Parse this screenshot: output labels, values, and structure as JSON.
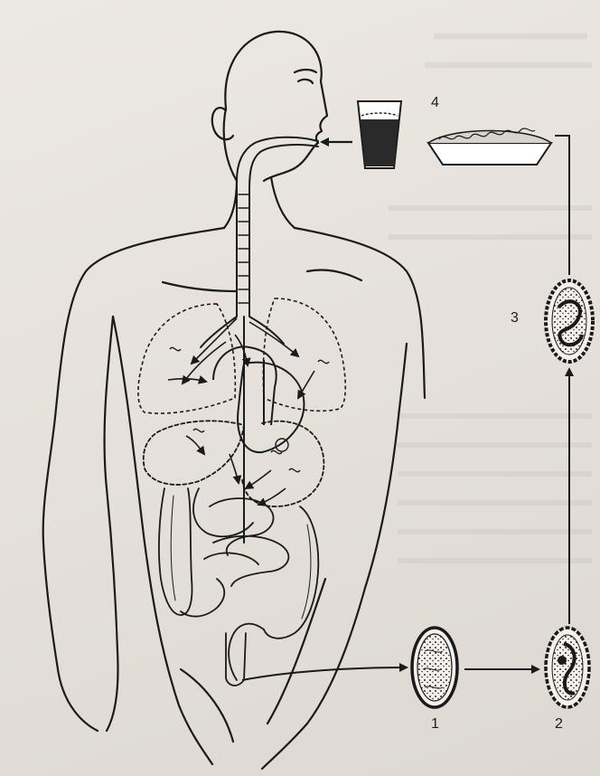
{
  "figure": {
    "stage_labels": {
      "egg_in_feces": "1",
      "embryonating_egg": "2",
      "infective_egg": "3",
      "contaminated_food_and_water": "4"
    }
  }
}
